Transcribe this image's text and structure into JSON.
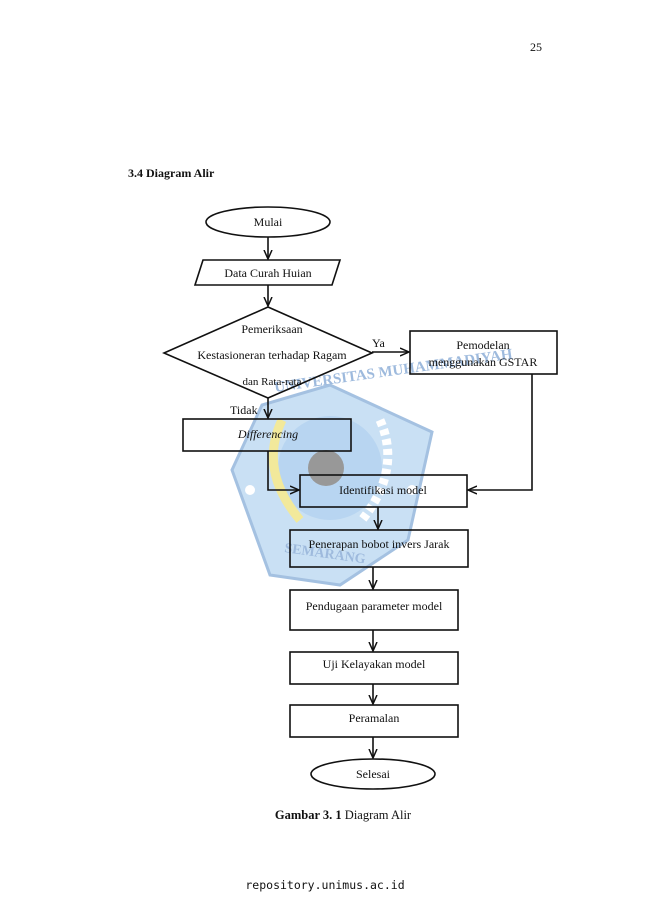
{
  "page_number": "25",
  "section_heading": "3.4 Diagram Alir",
  "flowchart": {
    "start": "Mulai",
    "data_input": "Data Curah Huian",
    "decision_line1": "Pemeriksaan",
    "decision_line2": "Kestasioneran terhadap Ragam",
    "decision_line3": "dan Rata-rata",
    "yes_label": "Ya",
    "no_label": "Tidak",
    "gstar_line1": "Pemodelan",
    "gstar_line2": "menggunakan GSTAR",
    "differencing": "Differencing",
    "identifikasi": "Identifikasi model",
    "penerapan": "Penerapan bobot invers Jarak",
    "pendugaan": "Pendugaan parameter model",
    "uji": "Uji Kelayakan model",
    "peramalan": "Peramalan",
    "end": "Selesai"
  },
  "watermark": {
    "text_top": "UNIVERSITAS MUHAMMADIYAH",
    "text_bottom": "SEMARANG"
  },
  "caption": {
    "label": "Gambar 3. 1",
    "text": "Diagram Alir"
  },
  "footer": "repository.unimus.ac.id"
}
